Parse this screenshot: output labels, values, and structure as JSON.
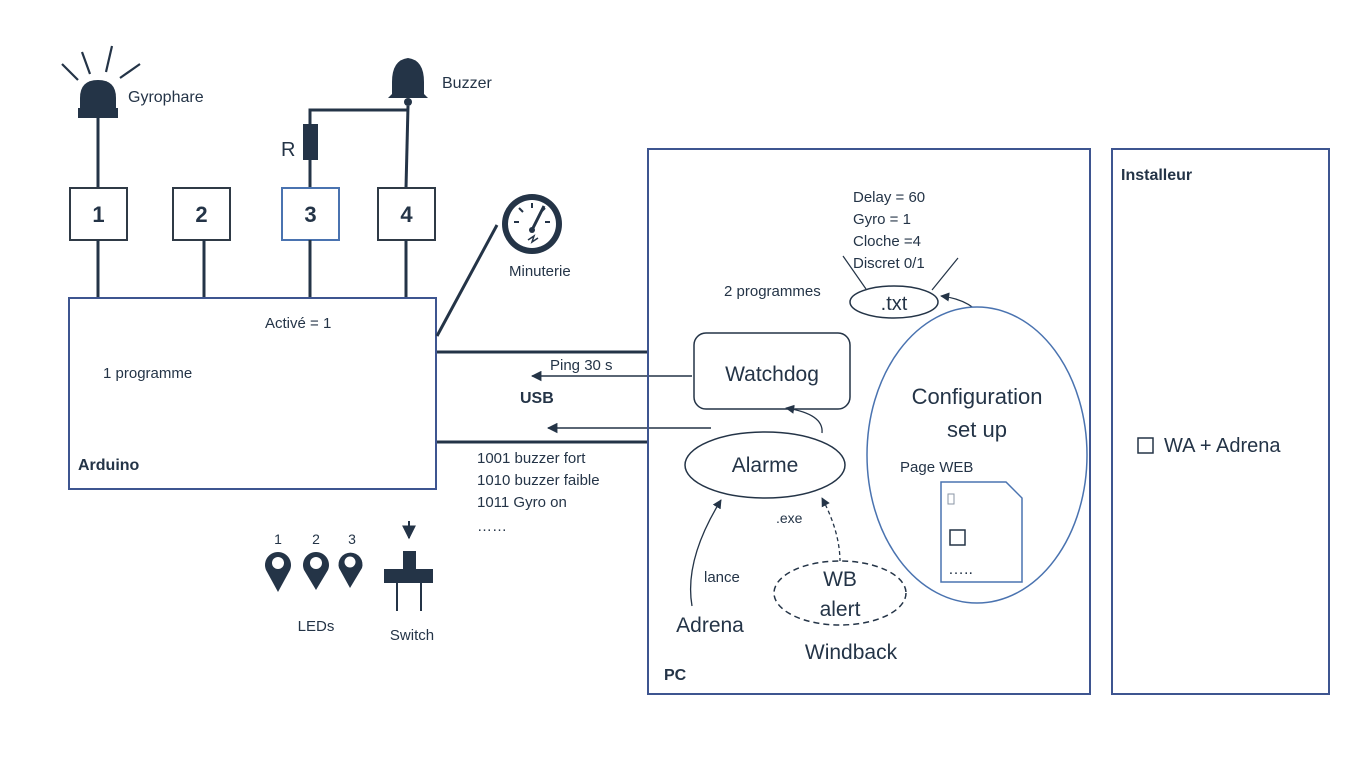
{
  "colors": {
    "ink": "#243447",
    "box_border": "#3e5590",
    "pin_border": "#2f3a46",
    "pin3_border": "#4a73b0",
    "config_border": "#4a73b0",
    "background": "#ffffff"
  },
  "icons": {
    "gyrophare": "beacon-icon",
    "buzzer": "bell-icon",
    "minuterie": "gauge-icon",
    "leds": "led-pin-icon",
    "switch": "push-switch-icon",
    "webpage": "document-icon"
  },
  "arduino": {
    "title": "Arduino",
    "program": "1 programme",
    "active": "Activé = 1",
    "pins": [
      "1",
      "2",
      "3",
      "4"
    ],
    "resistor": "R"
  },
  "peripherals": {
    "gyrophare": "Gyrophare",
    "buzzer": "Buzzer",
    "minuterie": "Minuterie",
    "leds_label": "LEDs",
    "led_numbers": [
      "1",
      "2",
      "3"
    ],
    "switch": "Switch"
  },
  "link": {
    "ping": "Ping 30 s",
    "usb": "USB",
    "codes": [
      "1001 buzzer fort",
      "1010 buzzer faible",
      "1011 Gyro on",
      "……"
    ]
  },
  "pc": {
    "title": "PC",
    "programs": "2 programmes",
    "config_values": [
      "Delay = 60",
      "Gyro = 1",
      "Cloche =4",
      "Discret 0/1"
    ],
    "txt": ".txt",
    "watchdog": "Watchdog",
    "alarme": "Alarme",
    "exe": ".exe",
    "lance": "lance",
    "adrena": "Adrena",
    "wb_line1": "WB",
    "wb_line2": "alert",
    "windback": "Windback",
    "config_line1": "Configuration",
    "config_line2": "set up",
    "page_web": "Page WEB",
    "page_dots": "….."
  },
  "installer": {
    "title": "Installeur",
    "item": "WA + Adrena"
  }
}
